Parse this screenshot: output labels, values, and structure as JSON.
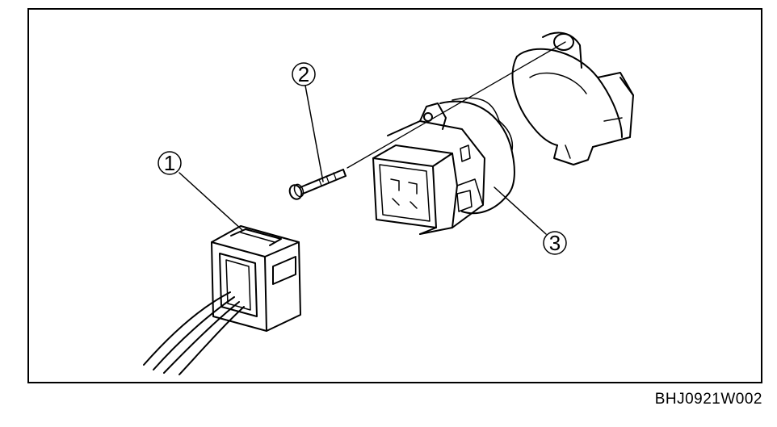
{
  "figure": {
    "code": "BHJ0921W002",
    "callouts": [
      {
        "id": "1",
        "label": "1"
      },
      {
        "id": "2",
        "label": "2"
      },
      {
        "id": "3",
        "label": "3"
      }
    ]
  },
  "colors": {
    "line": "#000000",
    "background": "#ffffff"
  }
}
